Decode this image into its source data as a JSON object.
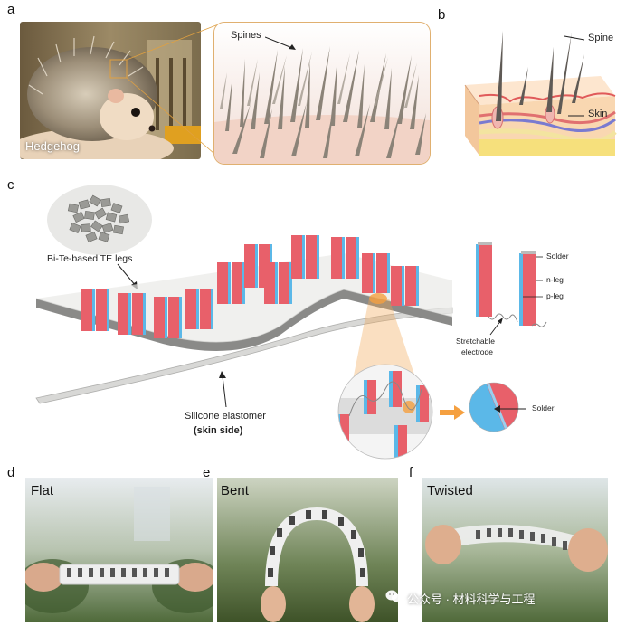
{
  "panels": {
    "a": {
      "letter": "a",
      "photo_caption": "Hedgehog",
      "zoom_label": "Spines"
    },
    "b": {
      "letter": "b",
      "spine_label": "Spine",
      "skin_label": "Skin"
    },
    "c": {
      "letter": "c",
      "legs_label": "Bi-Te-based TE legs",
      "solder_label": "Solder",
      "nleg_label": "n-leg",
      "pleg_label": "p-leg",
      "electrode_label_line1": "Stretchable",
      "electrode_label_line2": "electrode",
      "elastomer_label": "Silicone elastomer",
      "skin_side_label": "(skin side)",
      "solder_label_2": "Solder"
    },
    "d": {
      "letter": "d",
      "title": "Flat"
    },
    "e": {
      "letter": "e",
      "title": "Bent"
    },
    "f": {
      "letter": "f",
      "title": "Twisted"
    }
  },
  "watermark": "公众号 · 材料科学与工程",
  "colors": {
    "p_leg": "#e8606a",
    "n_leg": "#5bb8e8",
    "elastomer": "#c9c9c9",
    "skin": "#f5c9a8",
    "spine": "#7a736b"
  },
  "icons": [
    "wechat-icon"
  ]
}
